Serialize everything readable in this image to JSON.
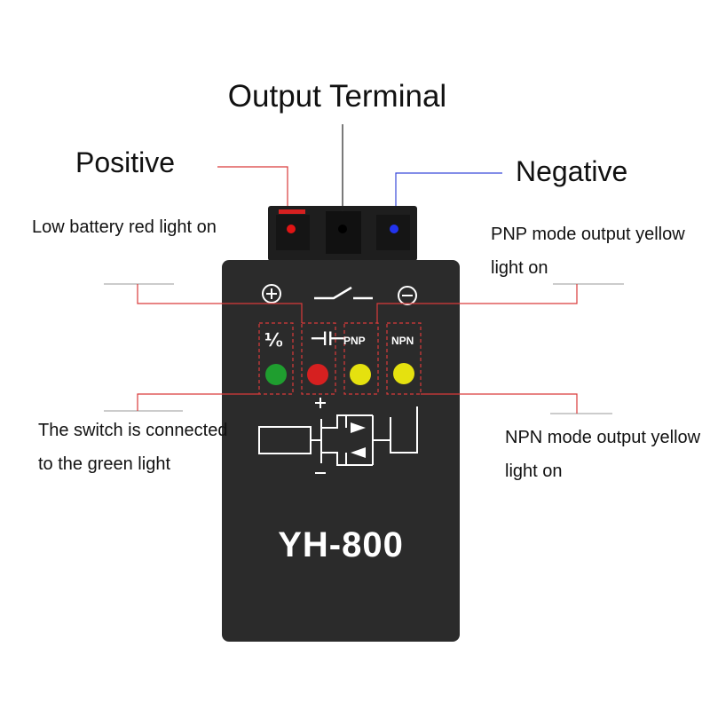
{
  "labels": {
    "output_terminal": "Output Terminal",
    "positive": "Positive",
    "negative": "Negative",
    "low_battery": "Low battery red light on",
    "pnp_mode": "PNP mode output yellow light on",
    "switch_green": "The switch is connected to the green light",
    "npn_mode": "NPN mode output yellow light on"
  },
  "device": {
    "model": "YH-800",
    "led_labels": {
      "percent": "⅟₀",
      "power": "⊣⊢",
      "pnp": "PNP",
      "npn": "NPN"
    },
    "symbols": {
      "plus": "+",
      "minus": "−"
    }
  },
  "colors": {
    "device_body": "#2b2b2b",
    "led_green": "#1f9e2f",
    "led_red": "#d62020",
    "led_yellow": "#e5e10f",
    "line_red": "#d93a3a",
    "line_blue": "#3a4bd9"
  }
}
